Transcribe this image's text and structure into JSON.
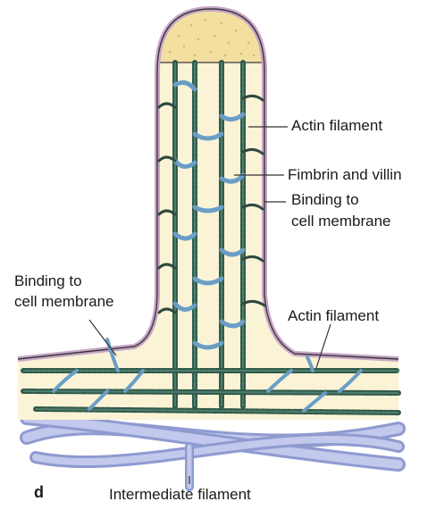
{
  "panel_letter": "d",
  "labels": {
    "actin_top": "Actin filament",
    "fimbrin": "Fimbrin and villin",
    "binding_right_1": "Binding to",
    "binding_right_2": "cell membrane",
    "binding_left_1": "Binding to",
    "binding_left_2": "cell membrane",
    "actin_bottom": "Actin filament",
    "intermediate": "Intermediate filament"
  },
  "colors": {
    "cytoplasm": "#fbf3d6",
    "cap": "#f3dfa0",
    "membrane_outer": "#c8a6c8",
    "actin": "#2f5a4a",
    "crosslink": "#6a9ec6",
    "intermediate": "#a9b3dc"
  }
}
